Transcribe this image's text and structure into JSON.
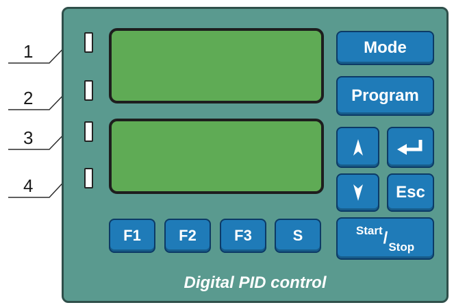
{
  "callouts": [
    "1",
    "2",
    "3",
    "4"
  ],
  "buttons": {
    "mode": "Mode",
    "program": "Program",
    "up_icon": "up-arrow-icon",
    "enter_icon": "enter-arrow-icon",
    "down_icon": "down-arrow-icon",
    "esc": "Esc",
    "f1": "F1",
    "f2": "F2",
    "f3": "F3",
    "s": "S",
    "start": "Start",
    "slash": "/",
    "stop": "Stop"
  },
  "brand": "Digital PID control",
  "colors": {
    "panel": "#5a9a8f",
    "lcd": "#5fab55",
    "button": "#1f7bb8",
    "led": "#ffffff"
  }
}
